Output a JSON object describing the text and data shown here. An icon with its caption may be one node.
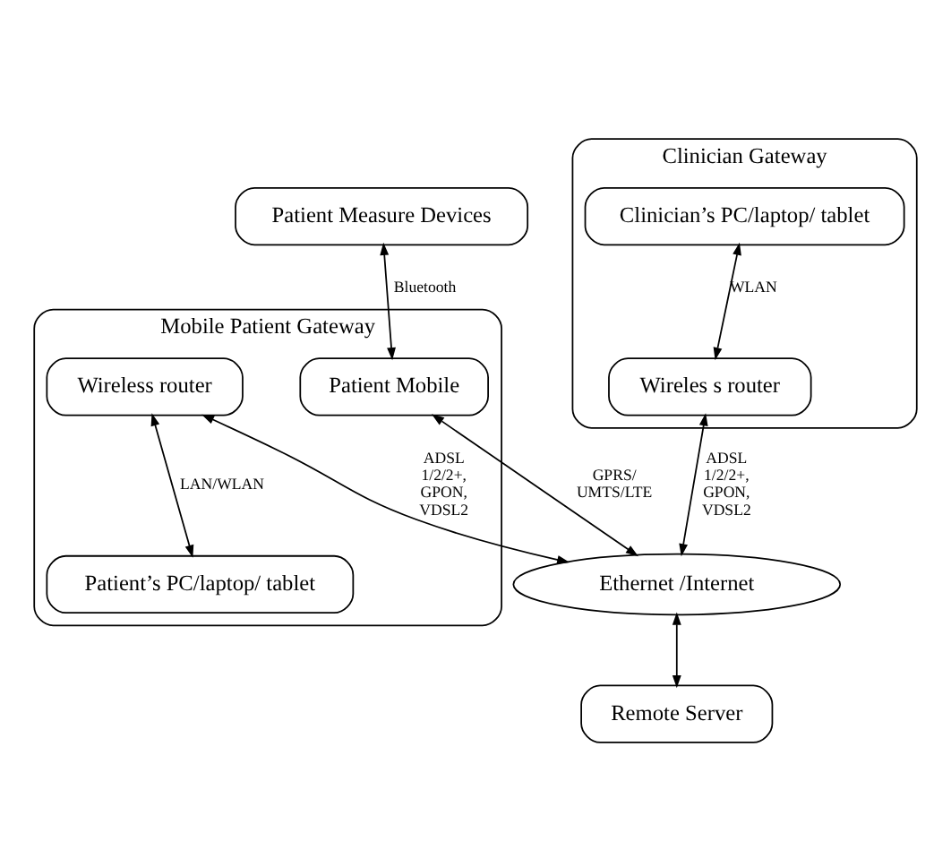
{
  "diagram": {
    "nodes": [
      {
        "text": [
          "Patient Measure Devices"
        ]
      },
      {
        "text": [
          "Mobile Patient Gateway"
        ]
      },
      {
        "text": [
          "Patient Mobile"
        ],
        "in": 1
      },
      {
        "text": [
          "Wireless router"
        ],
        "in": 1
      },
      {
        "text": [
          "Patient’s PC/laptop/ tablet"
        ],
        "in": 1
      },
      {
        "text": [
          "Clinician Gateway"
        ]
      },
      {
        "text": [
          "Clinician’s PC/laptop/ tablet"
        ],
        "in": 5
      },
      {
        "text": [
          "Wireles s router"
        ],
        "in": 5
      },
      {
        "text": [
          "Ethernet /Internet"
        ]
      },
      {
        "text": [
          "Remote Server"
        ]
      }
    ],
    "edges": [
      {
        "from": 0,
        "to": 2,
        "arrow": "both",
        "label": "Bluetooth"
      },
      {
        "from": 2,
        "to": 8,
        "arrow": "both",
        "label": "GPRS/ UMTS/LTE"
      },
      {
        "from": 3,
        "to": 8,
        "arrow": "both",
        "label": "ADSL 1/2/2+, GPON, VDSL2"
      },
      {
        "from": 3,
        "to": 4,
        "arrow": "both",
        "label": "LAN/WLAN"
      },
      {
        "from": 6,
        "to": 7,
        "arrow": "both",
        "label": "WLAN"
      },
      {
        "from": 7,
        "to": 8,
        "arrow": "both",
        "label": "ADSL 1/2/2+, GPON, VDSL2"
      },
      {
        "from": 8,
        "to": 9,
        "arrow": "both"
      }
    ]
  }
}
